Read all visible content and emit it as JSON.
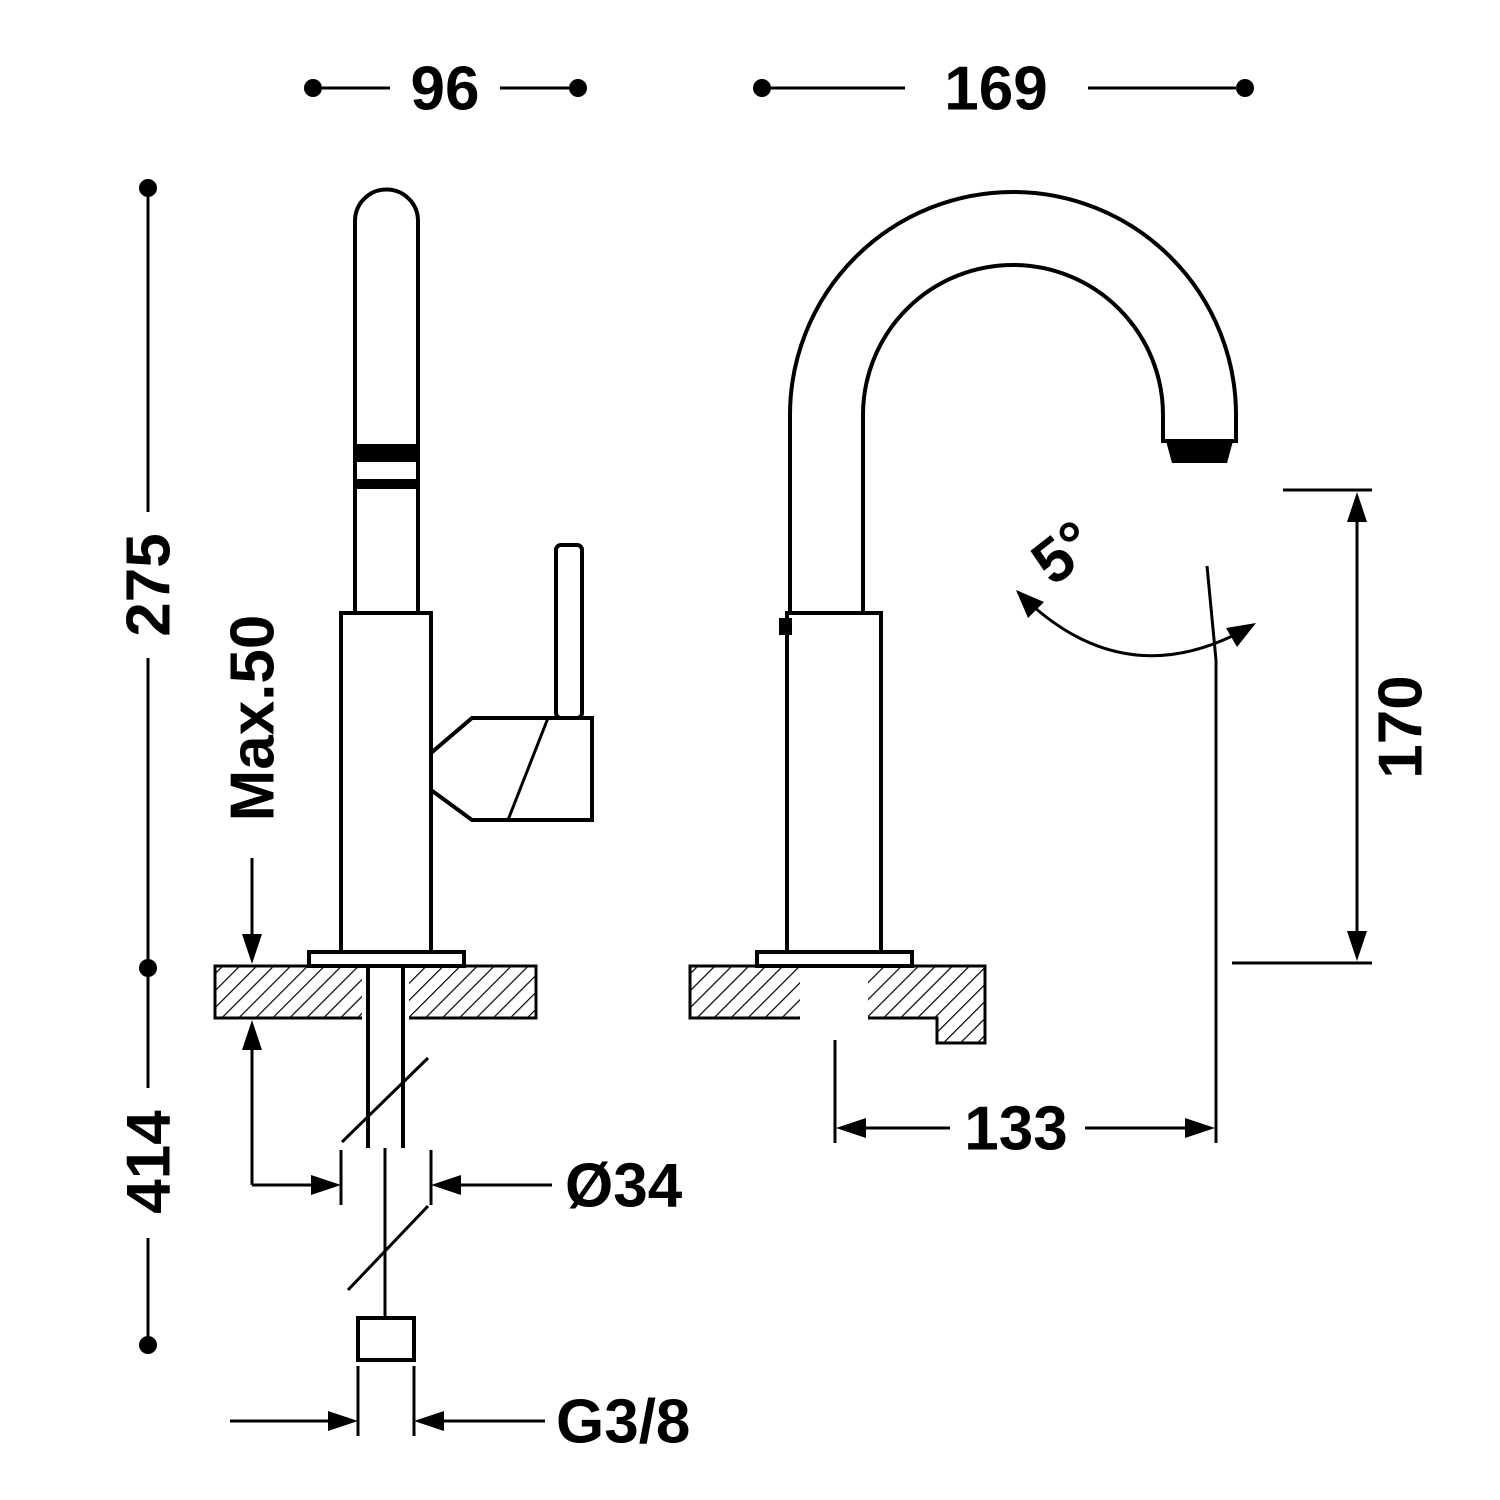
{
  "dims": {
    "w96": "96",
    "w169": "169",
    "h275": "275",
    "max50": "Max.50",
    "h414": "414",
    "d34": "Ø34",
    "thread": "G3/8",
    "reach133": "133",
    "h170": "170",
    "angle5": "5°"
  },
  "colors": {
    "line": "#000000",
    "background": "#ffffff"
  }
}
